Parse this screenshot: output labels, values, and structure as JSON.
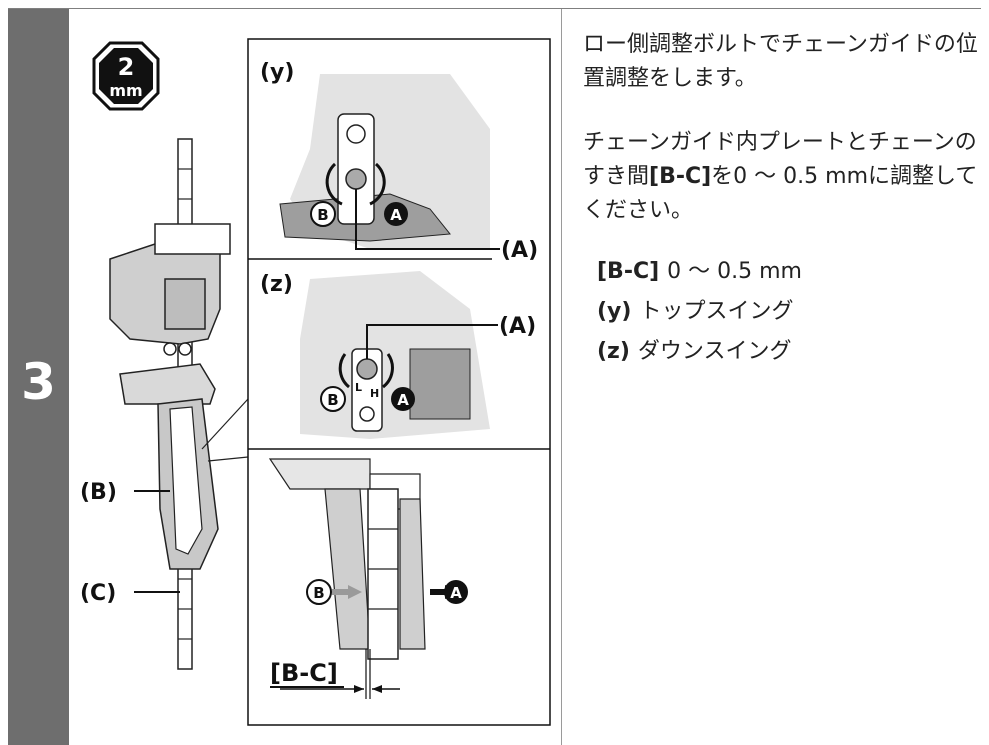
{
  "step": {
    "number": "3"
  },
  "tool_badge": {
    "size": "2",
    "unit": "mm"
  },
  "panels": {
    "y": {
      "label": "(y)"
    },
    "z": {
      "label": "(z)"
    }
  },
  "callouts": {
    "a_y": "(A)",
    "a_z": "(A)",
    "b_left": "(B)",
    "c_left": "(C)",
    "gap": "[B-C]",
    "circle_a": "A",
    "circle_b": "B",
    "bolt_h": "H",
    "bolt_l": "L"
  },
  "text": {
    "para1": "ロー側調整ボルトでチェーンガイドの位置調整をします。",
    "para2_a": "チェーンガイド内プレートとチェーンのすき間",
    "para2_gap": "[B-C]",
    "para2_b": "を0 ～ 0.5 mmに調整してください。",
    "legend": [
      {
        "key": "[B-C]",
        "value": "0 ～ 0.5 mm"
      },
      {
        "key": "(y)",
        "value": "トップスイング"
      },
      {
        "key": "(z)",
        "value": "ダウンスイング"
      }
    ]
  }
}
